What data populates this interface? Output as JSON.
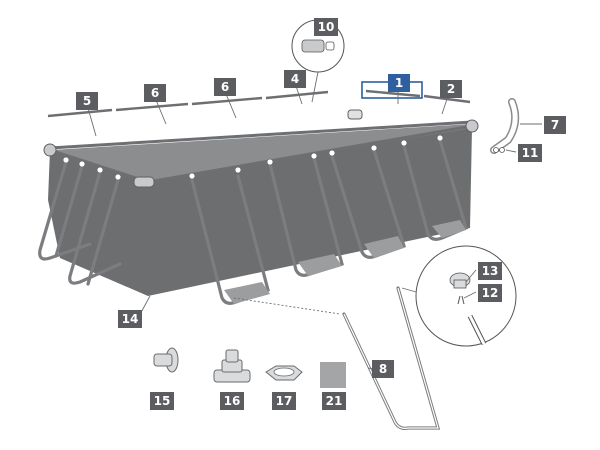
{
  "diagram": {
    "highlight_color": "#2f5f9e",
    "label_color": "#5b5d60",
    "pool_wall_color": "#6d6e6f",
    "labels": [
      {
        "id": "1",
        "text": "1",
        "highlighted": true
      },
      {
        "id": "2",
        "text": "2"
      },
      {
        "id": "4",
        "text": "4"
      },
      {
        "id": "5",
        "text": "5"
      },
      {
        "id": "6a",
        "text": "6"
      },
      {
        "id": "6b",
        "text": "6"
      },
      {
        "id": "7",
        "text": "7"
      },
      {
        "id": "8",
        "text": "8"
      },
      {
        "id": "10",
        "text": "10"
      },
      {
        "id": "11",
        "text": "11"
      },
      {
        "id": "12",
        "text": "12"
      },
      {
        "id": "13",
        "text": "13"
      },
      {
        "id": "14",
        "text": "14"
      },
      {
        "id": "15",
        "text": "15"
      },
      {
        "id": "16",
        "text": "16"
      },
      {
        "id": "17",
        "text": "17"
      },
      {
        "id": "21",
        "text": "21"
      }
    ]
  }
}
